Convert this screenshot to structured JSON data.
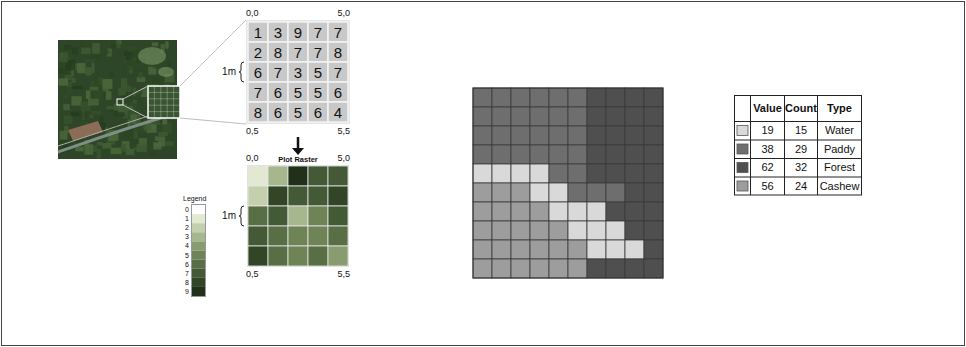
{
  "diagram": {
    "labels": [
      "0,0",
      "5,0",
      "1m",
      "1",
      "3",
      "9",
      "7",
      "7",
      "2",
      "8",
      "7",
      "7",
      "8",
      "6",
      "7",
      "3",
      "5",
      "7",
      "7",
      "6",
      "5",
      "5",
      "6",
      "8",
      "6",
      "5",
      "6",
      "4",
      "0,5",
      "5,5",
      "Plot Raster",
      "0,0",
      "5,0",
      "1m",
      "0,5",
      "5,5",
      "Legend",
      "Value",
      "Count",
      "Type",
      "19",
      "15",
      "Water",
      "38",
      "29",
      "Paddy",
      "62",
      "32",
      "Forest",
      "56",
      "24",
      "Cashew"
    ],
    "legend": [
      {
        "text": "0",
        "color": "#ffffff"
      },
      {
        "text": "1",
        "color": "#e2e8d2"
      },
      {
        "text": "2",
        "color": "#c4cfad"
      },
      {
        "text": "3",
        "color": "#a6b68d"
      },
      {
        "text": "4",
        "color": "#899c6f"
      },
      {
        "text": "5",
        "color": "#6f8456"
      },
      {
        "text": "6",
        "color": "#586e44"
      },
      {
        "text": "7",
        "color": "#445935"
      },
      {
        "text": "8",
        "color": "#324527"
      },
      {
        "text": "9",
        "color": "#213119"
      }
    ]
  }
}
